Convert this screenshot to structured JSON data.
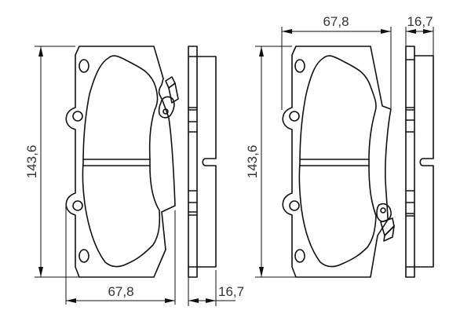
{
  "drawing": {
    "type": "brake-pad-technical-drawing",
    "line_color": "#111111",
    "text_color": "#333333",
    "background": "#ffffff"
  },
  "views": [
    {
      "name": "left-pad",
      "dimensions": {
        "height": "143,6",
        "width": "67,8",
        "thickness": "16,7"
      }
    },
    {
      "name": "right-pad",
      "dimensions": {
        "height": "143,6",
        "width": "67,8",
        "thickness": "16,7"
      }
    }
  ]
}
